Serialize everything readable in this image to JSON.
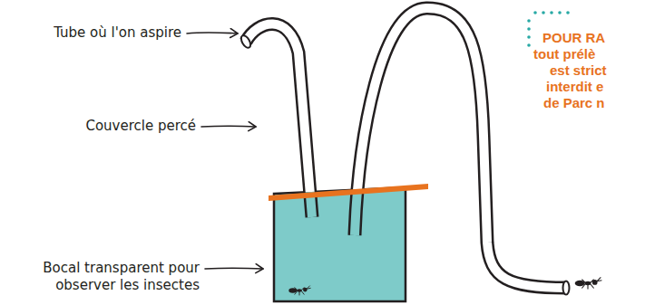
{
  "diagram": {
    "labels": [
      "Tube où l'on aspire",
      "Couvercle percé",
      "Bocal transparent pour observer les insectes",
      "POUR RA",
      "tout prélè",
      "est strict",
      "interdit e",
      "de Parc n"
    ]
  }
}
